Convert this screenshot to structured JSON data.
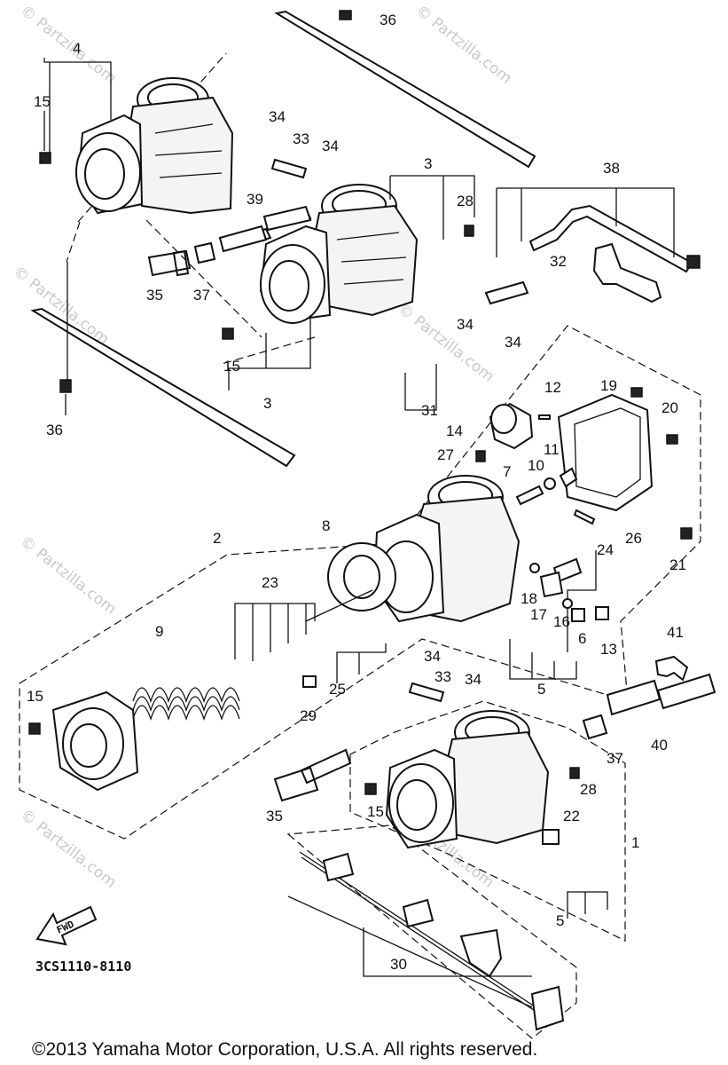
{
  "diagram": {
    "callouts": [
      "1",
      "2",
      "3",
      "4",
      "5",
      "6",
      "7",
      "8",
      "9",
      "10",
      "11",
      "12",
      "13",
      "14",
      "15",
      "16",
      "17",
      "18",
      "19",
      "20",
      "21",
      "22",
      "23",
      "24",
      "25",
      "26",
      "27",
      "28",
      "29",
      "30",
      "31",
      "32",
      "33",
      "34",
      "35",
      "36",
      "37",
      "38",
      "39",
      "40",
      "41"
    ],
    "fwd_label": "FWD",
    "drawing_code": "3CS1110-8110",
    "watermark": "© Partzilla.com",
    "copyright": "©2013 Yamaha Motor Corporation, U.S.A. All rights reserved."
  }
}
